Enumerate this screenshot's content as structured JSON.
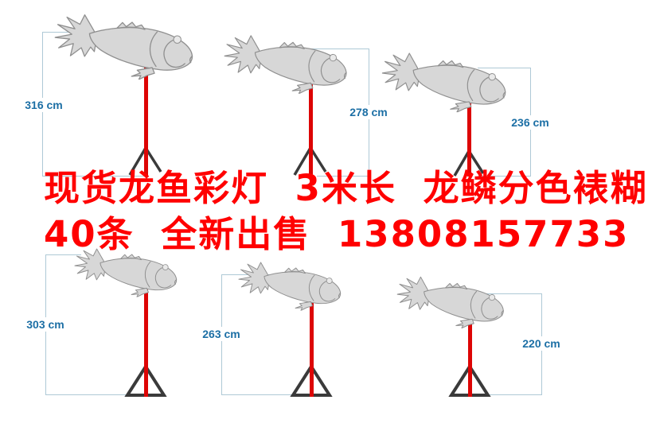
{
  "poster": {
    "description_items": "six dragon-fish lantern figures on red poles with stands and height measurements",
    "units": "cm"
  },
  "fishes": [
    {
      "id": "fish-1",
      "height_label": "316 cm",
      "row": "top",
      "measure_side": "left",
      "stand": "tripod"
    },
    {
      "id": "fish-2",
      "height_label": "278 cm",
      "row": "top",
      "measure_side": "right",
      "stand": "tripod"
    },
    {
      "id": "fish-3",
      "height_label": "236 cm",
      "row": "top",
      "measure_side": "right",
      "stand": "tripod"
    },
    {
      "id": "fish-4",
      "height_label": "303 cm",
      "row": "bottom",
      "measure_side": "left",
      "stand": "triangle"
    },
    {
      "id": "fish-5",
      "height_label": "263 cm",
      "row": "bottom",
      "measure_side": "left",
      "stand": "triangle"
    },
    {
      "id": "fish-6",
      "height_label": "220 cm",
      "row": "bottom",
      "measure_side": "right",
      "stand": "triangle"
    }
  ],
  "overlay": {
    "line1": "现货龙鱼彩灯 3米长 龙鳞分色裱糊",
    "line2": "40条 全新出售 13808157733",
    "phone": "13808157733",
    "quantity": "40条",
    "length": "3米长",
    "color": "#ff0000"
  },
  "colors": {
    "background": "#ffffff",
    "pole_red": "#dd0505",
    "stand_gray": "#3a3a3a",
    "fish_fill": "#d7d7d7",
    "fish_outline": "#8f8f8f",
    "measure_line": "#aec9d6",
    "measure_label_blue": "#1c6fa5",
    "overlay_red": "#ff0000"
  }
}
